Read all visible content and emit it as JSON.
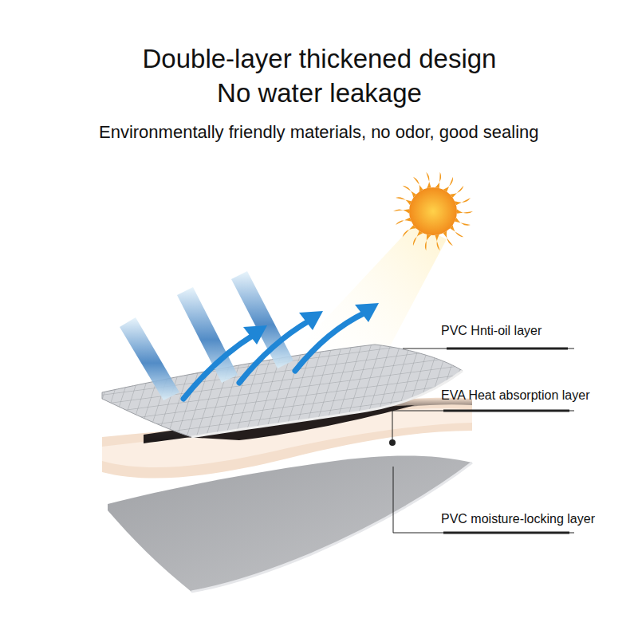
{
  "diagram": {
    "title": "Double-layer thickened design No water leakage",
    "labels": [
      "Environmentally friendly materials, no odor, good sealing",
      "PVC Hnti-oil layer",
      "EVA Heat absorption layer",
      "PVC moisture-locking layer"
    ]
  }
}
